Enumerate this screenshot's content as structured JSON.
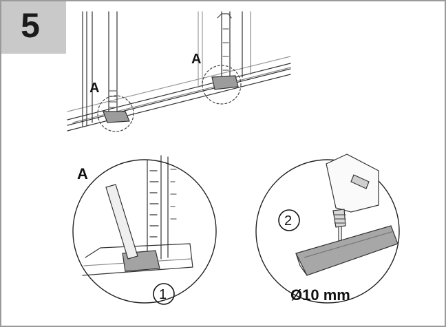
{
  "step": {
    "number": "5"
  },
  "callouts": {
    "detail_label_left": "A",
    "detail_label_right": "A",
    "zoom_label": "A"
  },
  "steps": {
    "one": "1",
    "two": "2"
  },
  "drill": {
    "diameter": "Ø10 mm"
  }
}
